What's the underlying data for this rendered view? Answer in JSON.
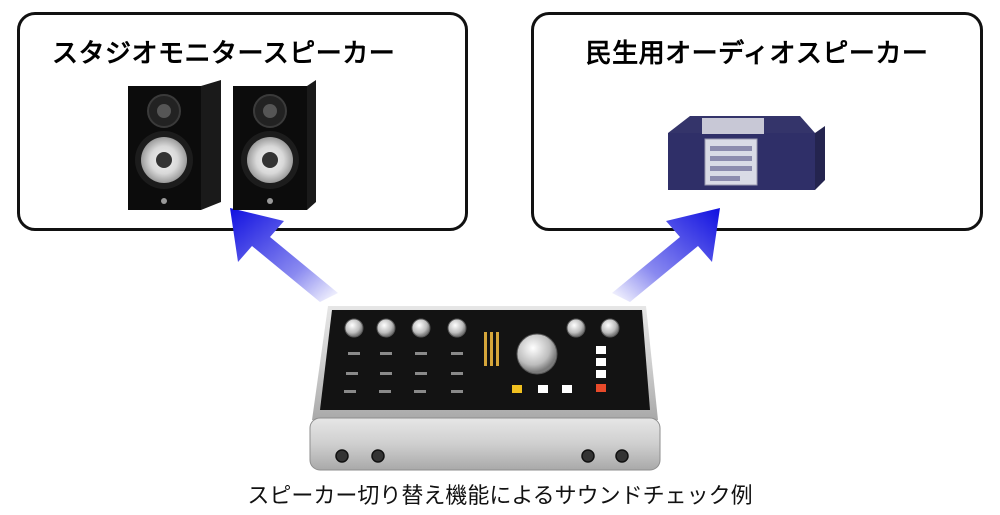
{
  "diagram": {
    "left_panel": {
      "title": "スタジオモニタースピーカー"
    },
    "right_panel": {
      "title": "民生用オーディオスピーカー"
    },
    "caption": "スピーカー切り替え機能によるサウンドチェック例"
  }
}
